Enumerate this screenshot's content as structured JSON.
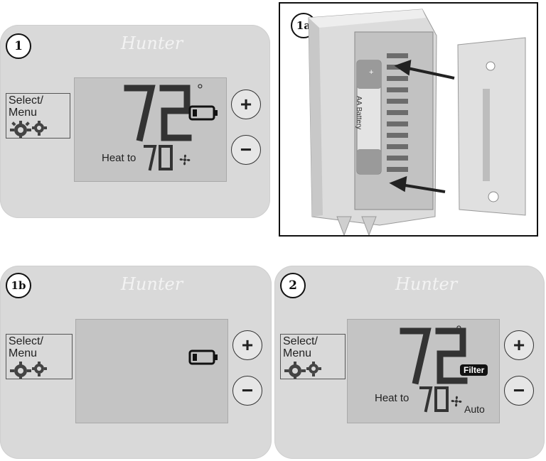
{
  "panels": [
    {
      "id": "1",
      "brand": "Hunter",
      "select": "Select/",
      "menu": "Menu",
      "heat_label": "Heat to",
      "current_temp": "72",
      "set_temp": "70",
      "plus": "+",
      "minus": "−"
    },
    {
      "id": "1b",
      "brand": "Hunter",
      "select": "Select/",
      "menu": "Menu",
      "plus": "+",
      "minus": "−"
    },
    {
      "id": "2",
      "brand": "Hunter",
      "select": "Select/",
      "menu": "Menu",
      "heat_label": "Heat to",
      "current_temp": "72",
      "set_temp": "70",
      "filter": "Filter",
      "fan_mode": "Auto",
      "plus": "+",
      "minus": "−"
    }
  ],
  "photo": {
    "id": "1a",
    "battery_label": "AA Battery"
  },
  "icons": [
    "battery-low-icon",
    "fan-icon",
    "gear-icon",
    "degree-icon"
  ]
}
